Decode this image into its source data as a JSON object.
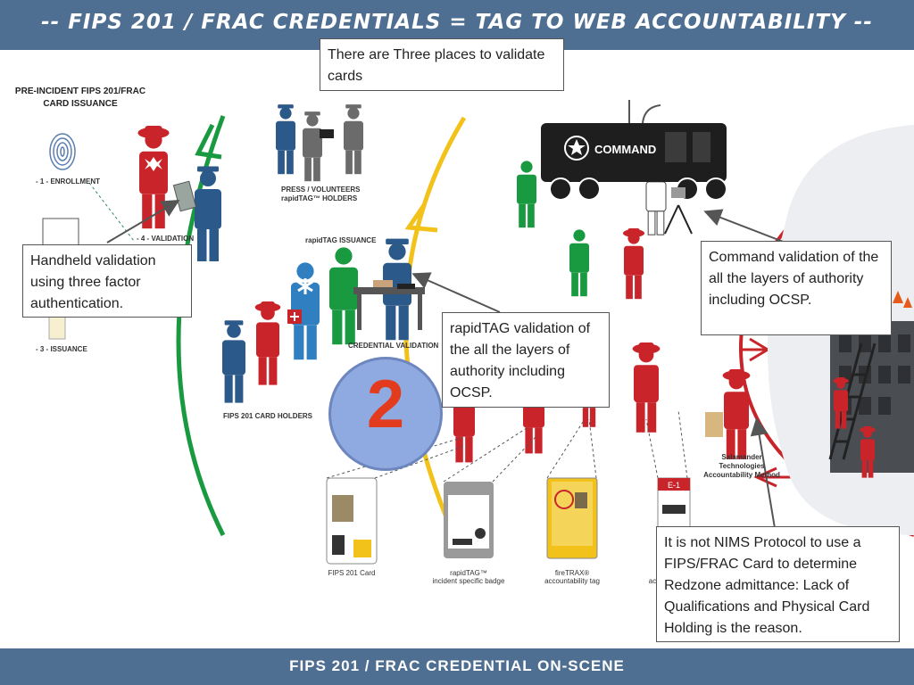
{
  "header": {
    "title": "-- FIPS 201 / FRAC CREDENTIALS = TAG TO WEB ACCOUNTABILITY --"
  },
  "footer": {
    "title": "FIPS 201 / FRAC CREDENTIAL ON-SCENE"
  },
  "callouts": {
    "three_places": "There are Three places to validate cards",
    "handheld": "Handheld validation using three factor authentication.",
    "rapidtag": "rapidTAG validation of the all the layers of authority including OCSP.",
    "command": "Command validation of the all the layers of authority including OCSP.",
    "nims": "It is not NIMS Protocol to use a FIPS/FRAC Card to determine Redzone admittance: Lack of Qualifications and Physical Card Holding is the reason."
  },
  "labels": {
    "pre_incident": "PRE-INCIDENT FIPS 201/FRAC CARD ISSUANCE",
    "enrollment": "- 1 - ENROLLMENT",
    "validation": "- 4 - VALIDATION",
    "issuance": "- 3 - ISSUANCE",
    "press": "PRESS / VOLUNTEERS rapidTAG™ HOLDERS",
    "rapidtag_issuance": "rapidTAG ISSUANCE",
    "credential_validation": "CREDENTIAL VALIDATION",
    "fips_holders": "FIPS 201 CARD HOLDERS",
    "command_truck": "COMMAND",
    "salamander": "Salamander Technologies Accountability Method",
    "e1": "E-1"
  },
  "badges": {
    "fips_card": "FIPS 201 Card",
    "rapidtag_name": "rapidTAG™",
    "rapidtag_desc": "incident specific badge",
    "firetrax_name": "fireTRAX®",
    "firetrax_desc": "accountability tag",
    "cut_prefix": "ac"
  },
  "number_marker": "2",
  "colors": {
    "bar": "#4f6f92",
    "firefighter": "#c8242a",
    "police": "#2b5a8a",
    "ems": "#2f7fc1",
    "green": "#1a9a40",
    "press": "#6b6b6b",
    "arc_green": "#1a9a40",
    "arc_yellow": "#f2c21b",
    "arc_red": "#c8242a"
  },
  "icons": [
    "fingerprint-icon",
    "star-of-life-icon",
    "maltese-cross-icon",
    "camera-icon",
    "satellite-dish-icon",
    "ladder-icon"
  ]
}
